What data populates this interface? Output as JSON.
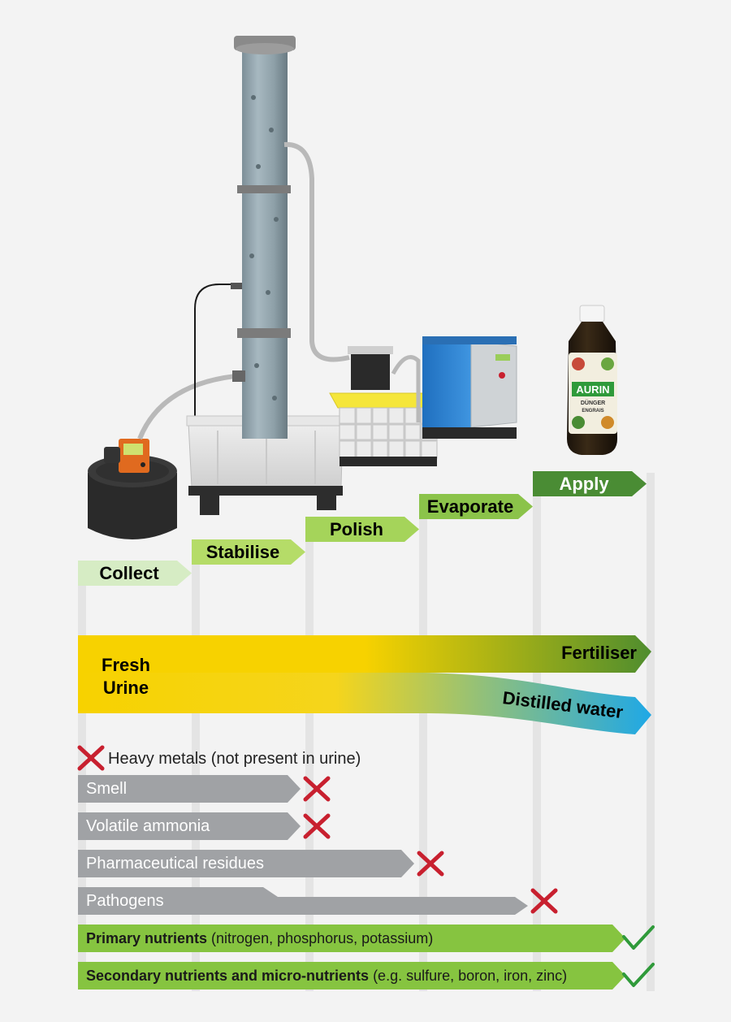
{
  "steps": [
    {
      "label": "Collect",
      "color": "#d6ecc4",
      "text_color": "#000000"
    },
    {
      "label": "Stabilise",
      "color": "#b5dc68",
      "text_color": "#000000"
    },
    {
      "label": "Polish",
      "color": "#a5d45a",
      "text_color": "#000000"
    },
    {
      "label": "Evaporate",
      "color": "#8bc34a",
      "text_color": "#000000"
    },
    {
      "label": "Apply",
      "color": "#4a8c34",
      "text_color": "#ffffff"
    }
  ],
  "flow": {
    "input": "Fresh Urine",
    "input_line1": "Fresh",
    "input_line2": "Urine",
    "output_top": "Fertiliser",
    "output_bottom": "Distilled water",
    "yellow": "#f7d200",
    "green": "#4f8d2e",
    "blue": "#1fa8e6"
  },
  "heavy_metals": "Heavy metals (not present in urine)",
  "removed": [
    {
      "label": "Smell",
      "removed_at_step": "Stabilise"
    },
    {
      "label": "Volatile ammonia",
      "removed_at_step": "Stabilise"
    },
    {
      "label": "Pharmaceutical residues",
      "removed_at_step": "Polish"
    },
    {
      "label": "Pathogens",
      "removed_at_step": "Evaporate"
    }
  ],
  "retained": [
    {
      "bold": "Primary nutrients",
      "rest": " (nitrogen, phosphorus, potassium)"
    },
    {
      "bold": "Secondary nutrients and micro-nutrients",
      "rest": " (e.g. sulfure, boron, iron, zinc)"
    }
  ],
  "bottle": {
    "brand": "AURIN",
    "line1": "DÜNGER",
    "line2": "ENGRAIS"
  },
  "colors": {
    "grey_bar": "#a0a2a5",
    "green_bar": "#86c440",
    "cross": "#c8202f",
    "check": "#2f9a3a",
    "guide": "#e4e4e4"
  }
}
